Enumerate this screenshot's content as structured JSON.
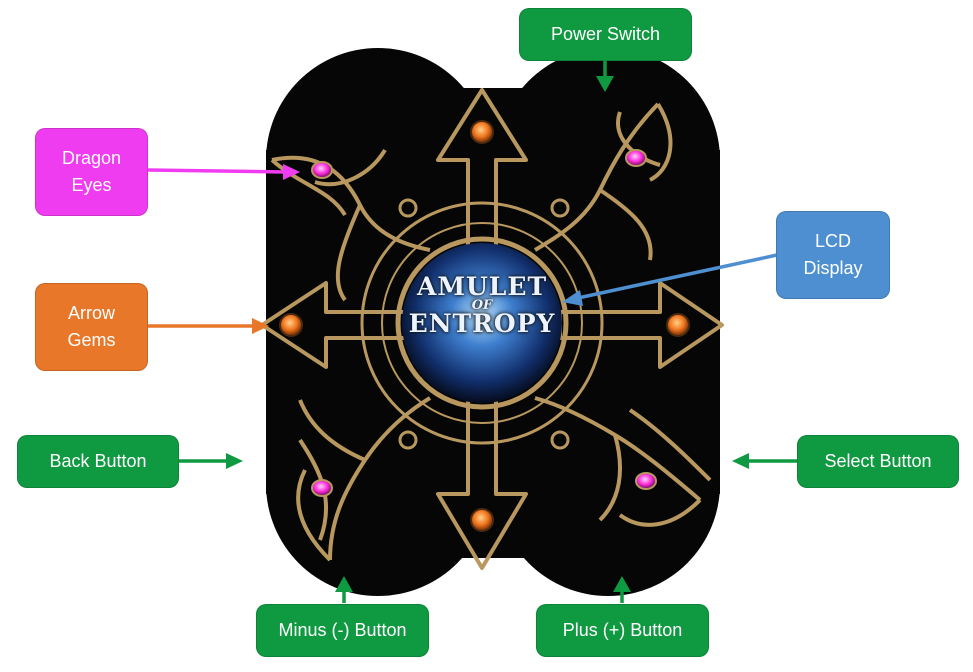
{
  "colors": {
    "green": "#0f9a41",
    "magenta": "#f03cf0",
    "orange": "#e8772a",
    "blue": "#4d8fd1",
    "gold": "#b8985e",
    "board": "#060606"
  },
  "device": {
    "title_line1": "AMULET",
    "title_line2": "OF",
    "title_line3": "ENTROPY"
  },
  "labels": {
    "power_switch": "Power Switch",
    "dragon_eyes": "Dragon\nEyes",
    "lcd_display": "LCD\nDisplay",
    "arrow_gems": "Arrow\nGems",
    "back_button": "Back Button",
    "select_button": "Select Button",
    "minus_button": "Minus (-) Button",
    "plus_button": "Plus (+) Button"
  }
}
